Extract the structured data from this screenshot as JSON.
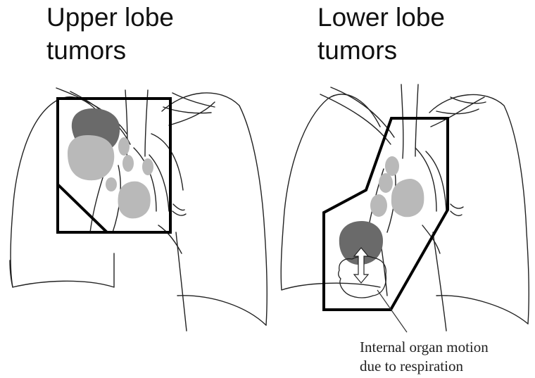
{
  "panels": [
    {
      "title_line1": "Upper lobe",
      "title_line2": "tumors"
    },
    {
      "title_line1": "Lower lobe",
      "title_line2": "tumors"
    }
  ],
  "annotation": {
    "line1": "Internal organ motion",
    "line2": "due to respiration"
  },
  "colors": {
    "tumor_dark": "#6a6a6a",
    "tumor_light": "#b9b9b9",
    "outline": "#000000"
  }
}
